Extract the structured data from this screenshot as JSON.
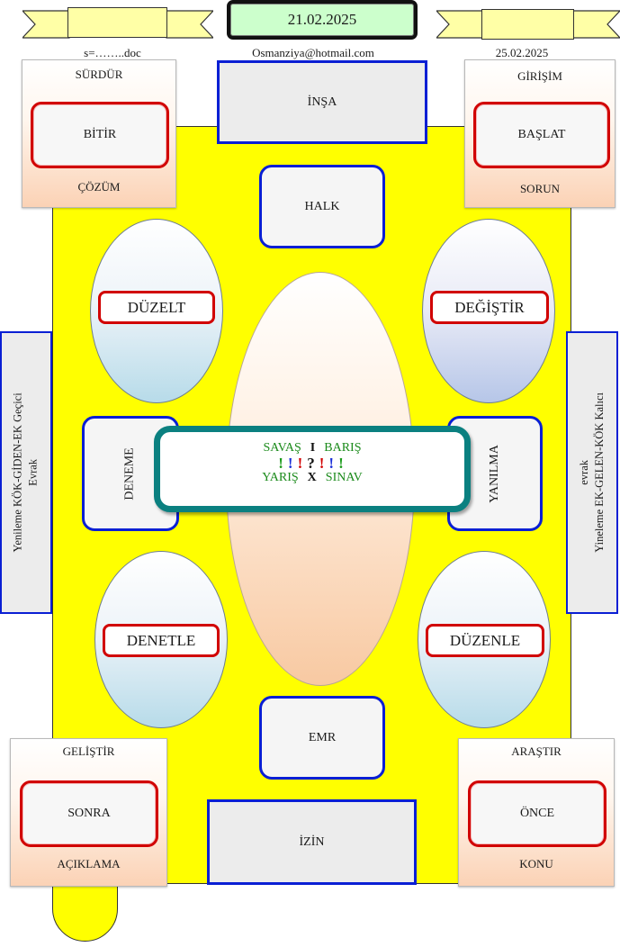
{
  "header": {
    "date_center": "21.02.2025",
    "file_label": "s=……..doc",
    "email": "Osmanziya@hotmail.com",
    "date_right": "25.02.2025"
  },
  "corners": {
    "top_left": {
      "top": "SÜRDÜR",
      "inner": "BİTİR",
      "bottom": "ÇÖZÜM"
    },
    "top_right": {
      "top": "GİRİŞİM",
      "inner": "BAŞLAT",
      "bottom": "SORUN"
    },
    "bottom_left": {
      "top": "GELİŞTİR",
      "inner": "SONRA",
      "bottom": "AÇIKLAMA"
    },
    "bottom_right": {
      "top": "ARAŞTIR",
      "inner": "ÖNCE",
      "bottom": "KONU"
    }
  },
  "boxes": {
    "insa": "İNŞA",
    "halk": "HALK",
    "emr": "EMR",
    "izin": "İZİN",
    "deneme": "DENEME",
    "yanilma": "YANILMA"
  },
  "ovals": {
    "top_left": "DÜZELT",
    "top_right": "DEĞİŞTİR",
    "bottom_left": "DENETLE",
    "bottom_right": "DÜZENLE"
  },
  "side": {
    "left_line1": "Yenileme KÖK-GİDEN-EK Geçici",
    "left_line2": "Evrak",
    "right_line1": "evrak",
    "right_line2": "Yineleme EK-GELEN-KÖK Kalıcı"
  },
  "center": {
    "w1": "SAVAŞ",
    "op1": "I",
    "w2": "BARIŞ",
    "marks": [
      {
        "ch": "!",
        "color": "#1a9a1a"
      },
      {
        "ch": "!",
        "color": "#1a2fd8"
      },
      {
        "ch": "!",
        "color": "#d10000"
      },
      {
        "ch": "?",
        "color": "#111111"
      },
      {
        "ch": "!",
        "color": "#d10000"
      },
      {
        "ch": "!",
        "color": "#1a2fd8"
      },
      {
        "ch": "!",
        "color": "#1a9a1a"
      }
    ],
    "w3": "YARIŞ",
    "op2": "X",
    "w4": "SINAV"
  },
  "colors": {
    "board": "#ffff00",
    "border_blue": "#0a1fd4",
    "border_red": "#d10000",
    "border_teal": "#0b8080",
    "date_bg": "#ccffcc"
  }
}
